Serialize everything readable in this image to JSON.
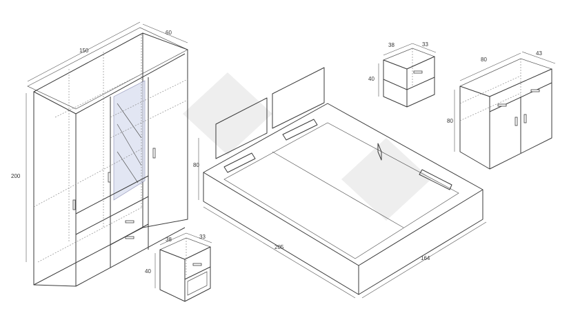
{
  "colors": {
    "line": "#3a3a3a",
    "hidden_line": "#8a8a8a",
    "mirror": "#d7dcee",
    "watermark": "#eeeeee"
  },
  "wardrobe": {
    "width": "150",
    "depth": "60",
    "height": "200"
  },
  "bed": {
    "headboard_height": "80",
    "length": "205",
    "width": "164"
  },
  "nightstand_top": {
    "width": "38",
    "depth": "33",
    "height": "40"
  },
  "dresser": {
    "width": "80",
    "depth": "43",
    "height": "80"
  },
  "nightstand_bottom": {
    "width": "38",
    "depth": "33",
    "height": "40"
  }
}
